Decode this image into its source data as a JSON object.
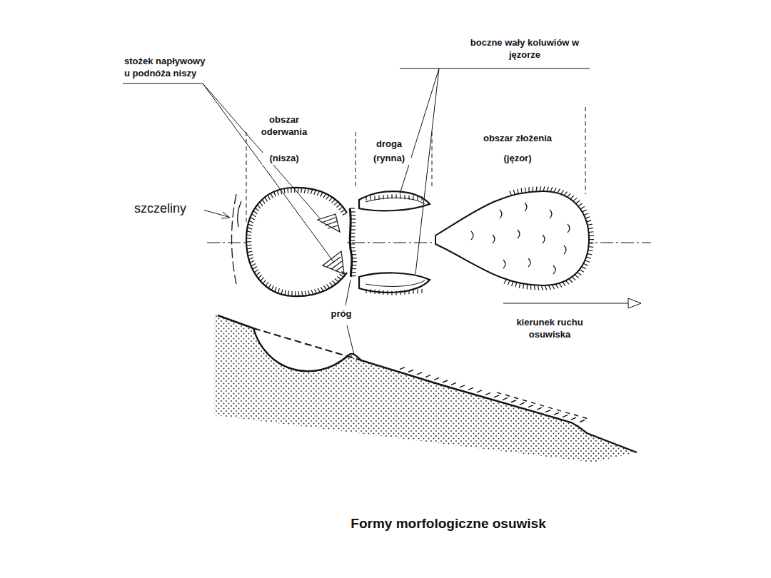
{
  "diagram": {
    "caption": "Formy morfologiczne osuwisk",
    "labels": [
      "stożek napływowy u podnóża niszy",
      "boczne wały koluwiów w jęzorze",
      "obszar oderwania",
      "(nisza)",
      "droga",
      "(rynna)",
      "obszar złożenia",
      "(jęzor)",
      "szczeliny",
      "próg",
      "kierunek ruchu osuwiska"
    ]
  }
}
